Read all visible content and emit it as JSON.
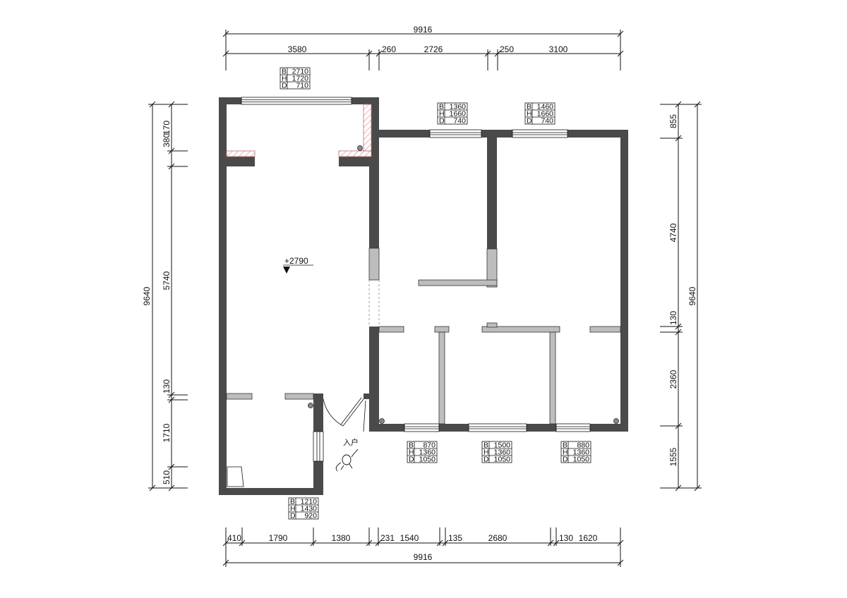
{
  "dimensions": {
    "top_total": "9916",
    "top_segments": [
      "3580",
      "260",
      "2726",
      "250",
      "3100"
    ],
    "bottom_total": "9916",
    "bottom_segments": [
      "410",
      "1790",
      "1380",
      "231",
      "1540",
      "135",
      "2680",
      "130",
      "1620"
    ],
    "left_total": "9640",
    "left_segments": [
      "170",
      "380",
      "5740",
      "130",
      "1710",
      "510"
    ],
    "right_total": "9640",
    "right_segments": [
      "855",
      "4740",
      "130",
      "2360",
      "1555"
    ]
  },
  "window_tables": [
    {
      "B": "2710",
      "H": "1720",
      "D": "710"
    },
    {
      "B": "1360",
      "H": "1660",
      "D": "740"
    },
    {
      "B": "1460",
      "H": "1660",
      "D": "740"
    },
    {
      "B": "870",
      "H": "1360",
      "D": "1050"
    },
    {
      "B": "1500",
      "H": "1360",
      "D": "1050"
    },
    {
      "B": "880",
      "H": "1360",
      "D": "1050"
    },
    {
      "B": "1210",
      "H": "1430",
      "D": "920"
    }
  ],
  "elevation_mark": "+2790",
  "entrance_label": "入户",
  "colors": {
    "wall": "#4a4a4a",
    "partition": "#bdbdbd",
    "line": "#111111",
    "window_hatch": "#c07070"
  }
}
